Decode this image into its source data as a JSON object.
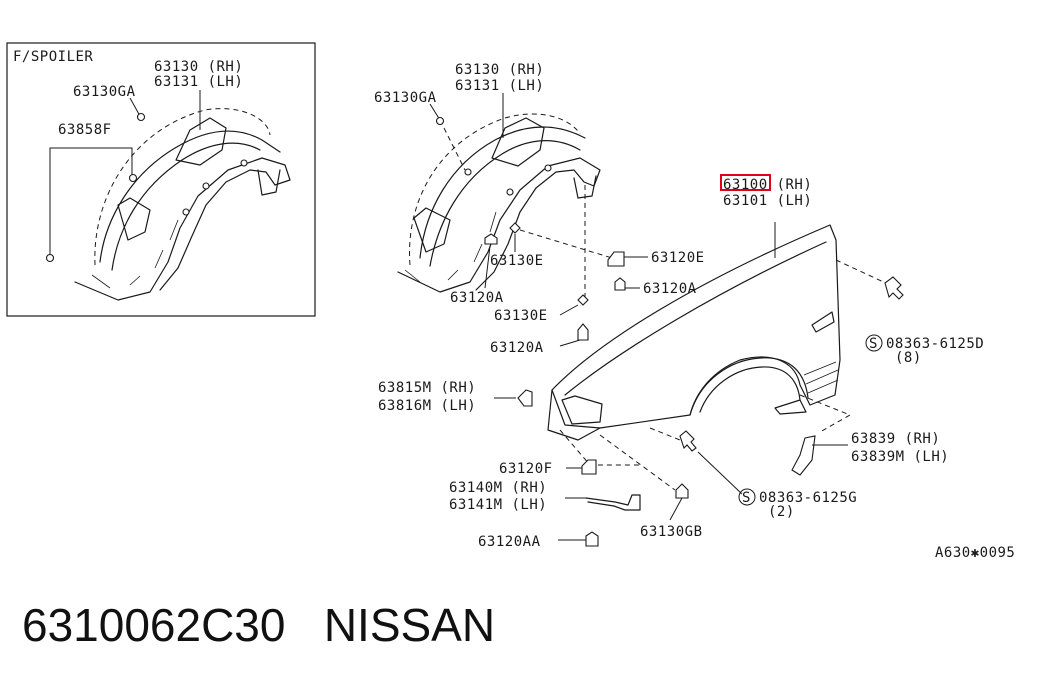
{
  "inset": {
    "title": "F/SPOILER",
    "labels": {
      "p63130": "63130 (RH)",
      "p63131": "63131 (LH)",
      "p63130ga": "63130GA",
      "p63858f": "63858F"
    }
  },
  "main": {
    "labels": {
      "p63130": "63130 (RH)",
      "p63131": "63131 (LH)",
      "p63130ga": "63130GA",
      "p63100": "63100 (RH)",
      "p63101": "63101 (LH)",
      "p63120e": "63120E",
      "p63130e_a": "63130E",
      "p63120a_a": "63120A",
      "p63120a_b": "63120A",
      "p63130e_b": "63130E",
      "p63120a_c": "63120A",
      "p08363d": "08363-6125D",
      "p08363d_qty": "(8)",
      "p63815m": "63815M (RH)",
      "p63816m": "63816M (LH)",
      "p63839": "63839  (RH)",
      "p63839m": "63839M (LH)",
      "p63120f": "63120F",
      "p63140m": "63140M (RH)",
      "p63141m": "63141M  (LH)",
      "p08363g": "08363-6125G",
      "p08363g_qty": "(2)",
      "p63130gb": "63130GB",
      "p63120aa": "63120AA",
      "s_symbol": "S",
      "ref_code": "A630✱0095"
    },
    "highlight_color": "#e0001b"
  },
  "footer": {
    "part_number": "6310062C30",
    "brand": "NISSAN"
  }
}
